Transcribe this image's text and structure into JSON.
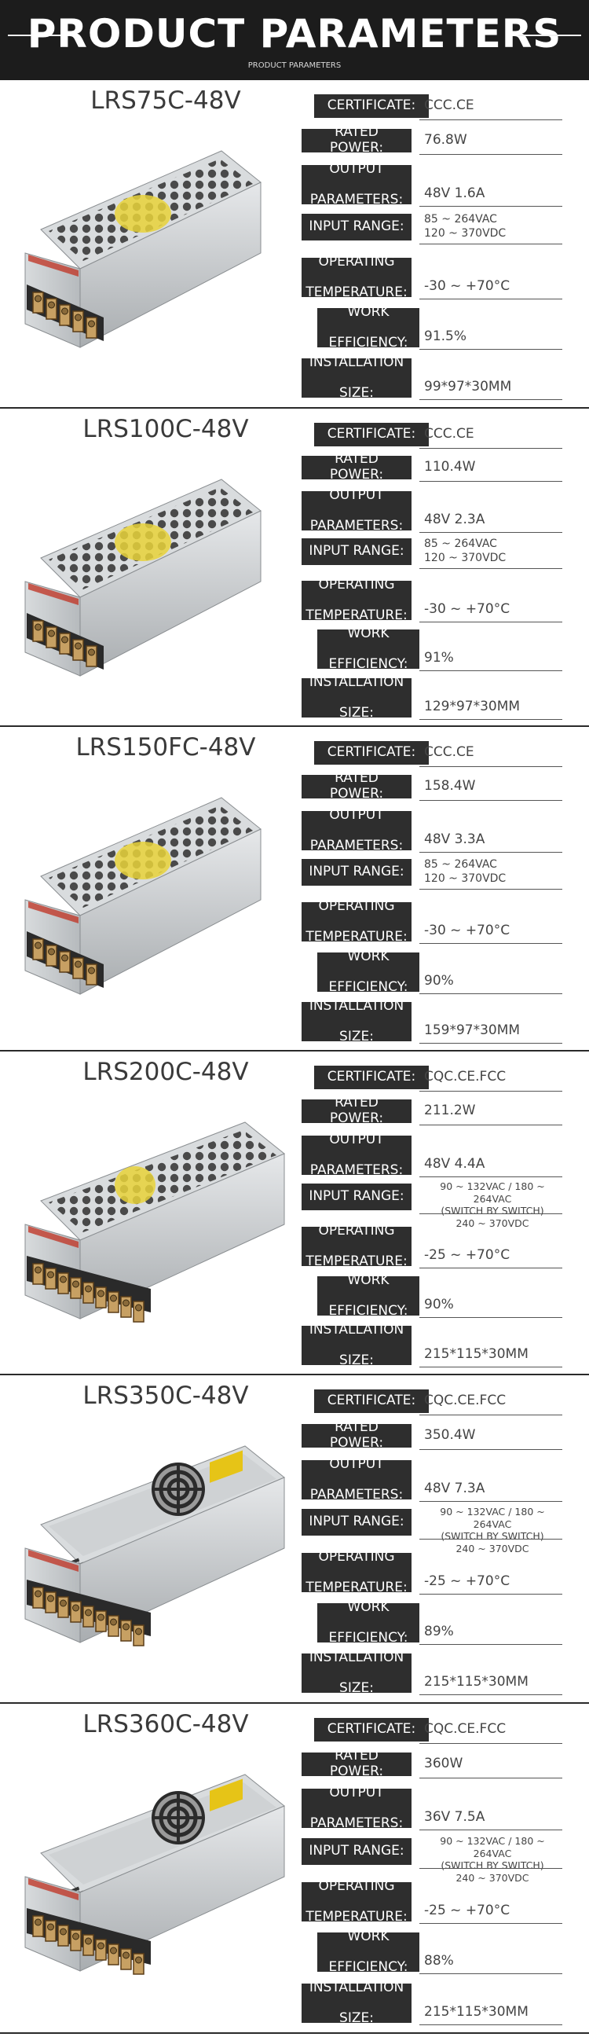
{
  "header": {
    "title": "PRODUCT PARAMETERS",
    "subtitle": "PRODUCT PARAMETERS"
  },
  "labels": {
    "certificate": "CERTIFICATE:",
    "rated_power": "RATED POWER:",
    "output_line1": "OUTPUT",
    "output_line2": "PARAMETERS:",
    "input_range": "INPUT RANGE:",
    "temp_line1": "OPERATING",
    "temp_line2": "TEMPERATURE:",
    "eff_line1": "WORK",
    "eff_line2": "EFFICIENCY:",
    "size_line1": "INSTALLATION",
    "size_line2": "SIZE:"
  },
  "products": [
    {
      "model": "LRS75C-48V",
      "certificate": "CCC.CE",
      "rated_power": "76.8W",
      "output": "48V 1.6A",
      "input_lines": [
        "85 ~ 264VAC",
        "120 ~ 370VDC"
      ],
      "temperature": "-30 ~ +70°C",
      "efficiency": "91.5%",
      "size": "99*97*30MM"
    },
    {
      "model": "LRS100C-48V",
      "certificate": "CCC.CE",
      "rated_power": "110.4W",
      "output": "48V 2.3A",
      "input_lines": [
        "85 ~ 264VAC",
        "120 ~ 370VDC"
      ],
      "temperature": "-30 ~ +70°C",
      "efficiency": "91%",
      "size": "129*97*30MM"
    },
    {
      "model": "LRS150FC-48V",
      "certificate": "CCC.CE",
      "rated_power": "158.4W",
      "output": "48V 3.3A",
      "input_lines": [
        "85 ~ 264VAC",
        "120 ~ 370VDC"
      ],
      "temperature": "-30 ~ +70°C",
      "efficiency": "90%",
      "size": "159*97*30MM"
    },
    {
      "model": "LRS200C-48V",
      "certificate": "CQC.CE.FCC",
      "rated_power": "211.2W",
      "output": "48V 4.4A",
      "input_lines": [
        "90 ~ 132VAC / 180 ~ 264VAC",
        "(SWITCH BY SWITCH)",
        "240 ~ 370VDC"
      ],
      "temperature": "-25 ~ +70°C",
      "efficiency": "90%",
      "size": "215*115*30MM"
    },
    {
      "model": "LRS350C-48V",
      "certificate": "CQC.CE.FCC",
      "rated_power": "350.4W",
      "output": "48V 7.3A",
      "input_lines": [
        "90 ~ 132VAC / 180 ~ 264VAC",
        "(SWITCH BY SWITCH)",
        "240 ~ 370VDC"
      ],
      "temperature": "-25 ~ +70°C",
      "efficiency": "89%",
      "size": "215*115*30MM"
    },
    {
      "model": "LRS360C-48V",
      "certificate": "CQC.CE.FCC",
      "rated_power": "360W",
      "output": "36V 7.5A",
      "input_lines": [
        "90 ~ 132VAC / 180 ~ 264VAC",
        "(SWITCH BY SWITCH)",
        "240 ~ 370VDC"
      ],
      "temperature": "-25 ~ +70°C",
      "efficiency": "88%",
      "size": "215*115*30MM"
    }
  ]
}
